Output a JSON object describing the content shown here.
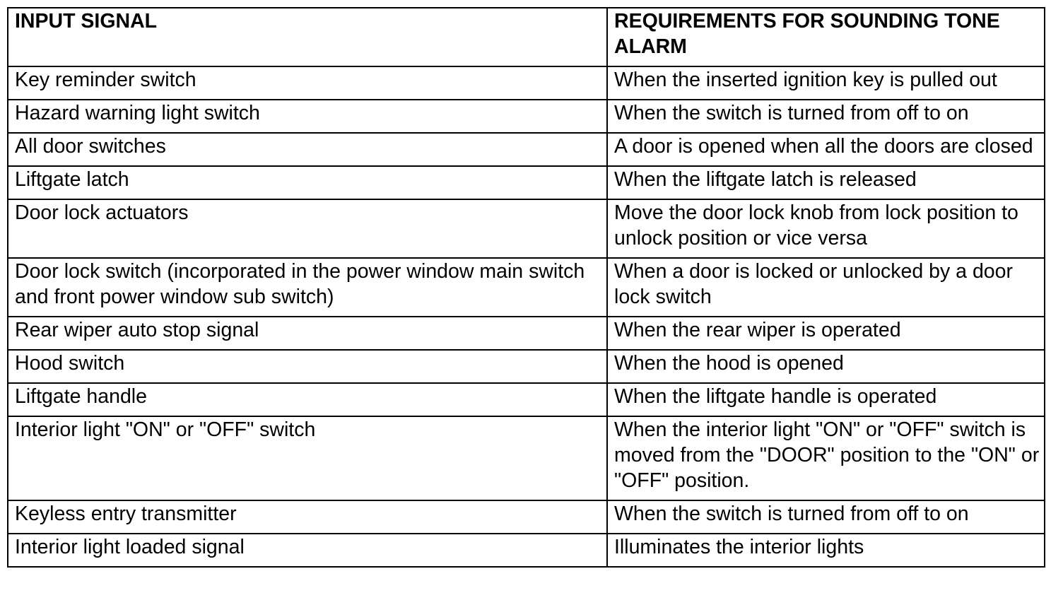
{
  "table": {
    "headers": [
      "INPUT SIGNAL",
      "REQUIREMENTS FOR SOUNDING TONE ALARM"
    ],
    "rows": [
      [
        "Key reminder switch",
        "When the inserted ignition key is pulled out"
      ],
      [
        "Hazard warning light switch",
        "When the switch is turned from off to on"
      ],
      [
        "All door switches",
        "A door is opened when all the doors are closed"
      ],
      [
        "Liftgate latch",
        "When the liftgate latch is released"
      ],
      [
        "Door lock actuators",
        "Move the door lock knob from lock position to unlock position or vice versa"
      ],
      [
        "Door lock switch (incorporated in the power window main switch and front power window sub switch)",
        "When a door is locked or unlocked by a door lock switch"
      ],
      [
        "Rear wiper auto stop signal",
        "When the rear wiper is operated"
      ],
      [
        "Hood switch",
        "When the hood is opened"
      ],
      [
        "Liftgate handle",
        "When the liftgate handle is operated"
      ],
      [
        "Interior light \"ON\" or \"OFF\" switch",
        "When the interior light \"ON\" or \"OFF\" switch is moved from the \"DOOR\" position to the \"ON\" or \"OFF\" position."
      ],
      [
        "Keyless entry transmitter",
        "When the switch is turned from off to on"
      ],
      [
        "Interior light loaded signal",
        "Illuminates the interior lights"
      ]
    ]
  }
}
